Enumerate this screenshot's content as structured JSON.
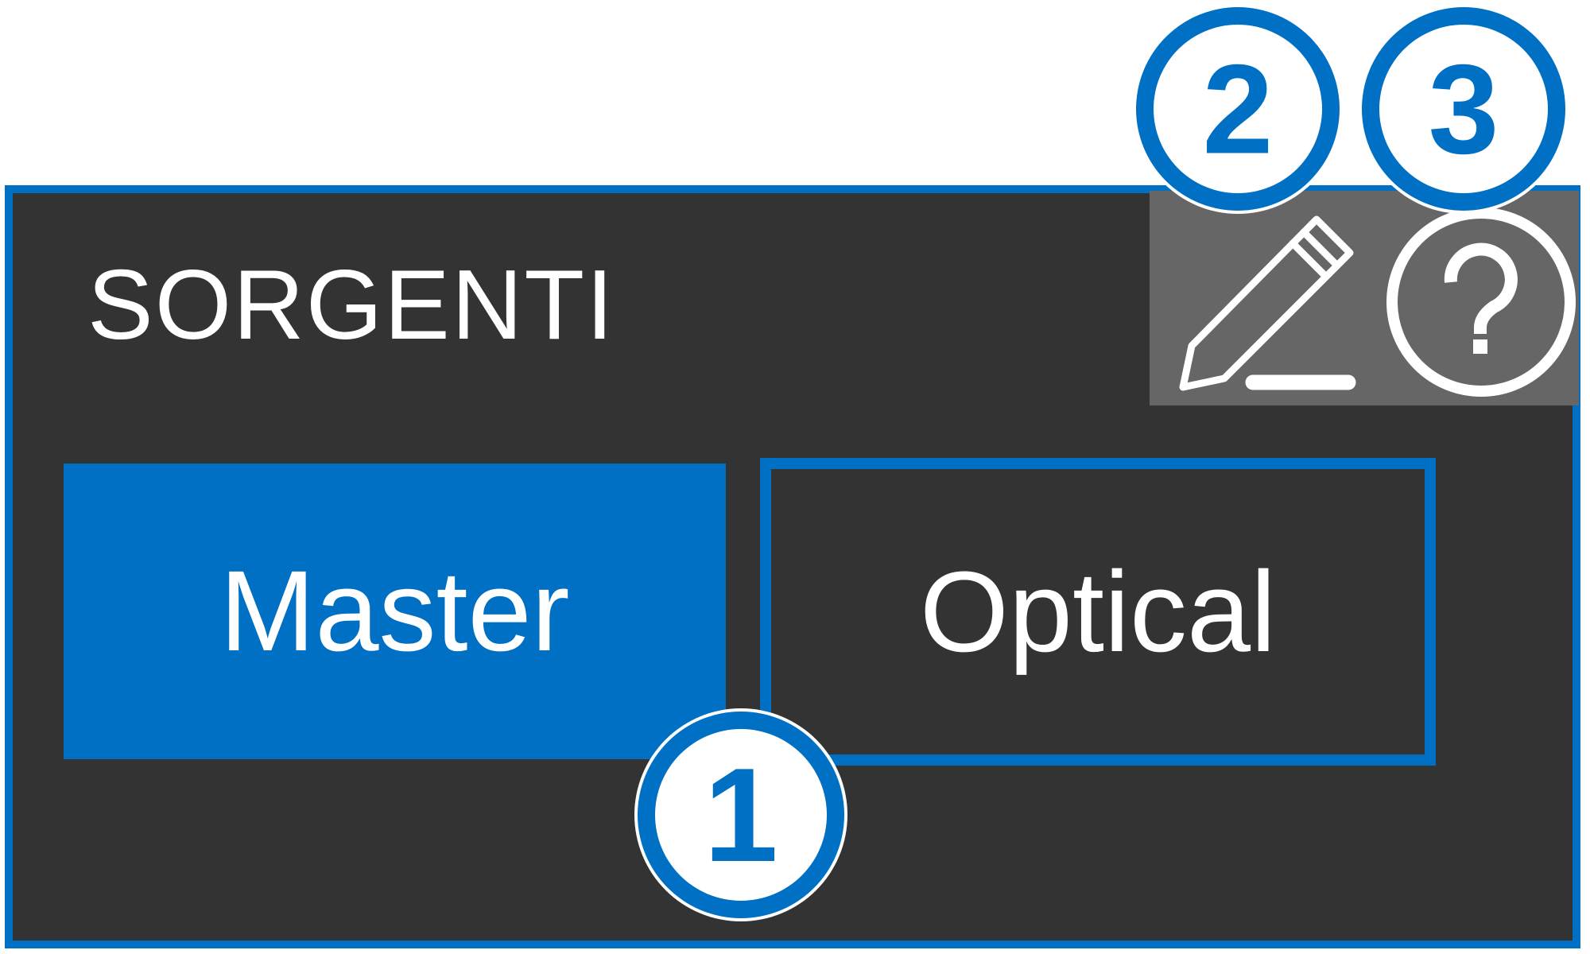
{
  "panel": {
    "title": "SORGENTI",
    "sources": [
      {
        "label": "Master",
        "state": "selected"
      },
      {
        "label": "Optical",
        "state": "unselected"
      }
    ],
    "toolbar": {
      "edit_icon": "pencil-icon",
      "help_icon": "question-circle-icon"
    }
  },
  "callouts": [
    {
      "number": "1"
    },
    {
      "number": "2"
    },
    {
      "number": "3"
    }
  ],
  "colors": {
    "accent": "#0070c4",
    "panel_background": "#333333",
    "toolbar_background": "#666666",
    "text": "#ffffff"
  }
}
